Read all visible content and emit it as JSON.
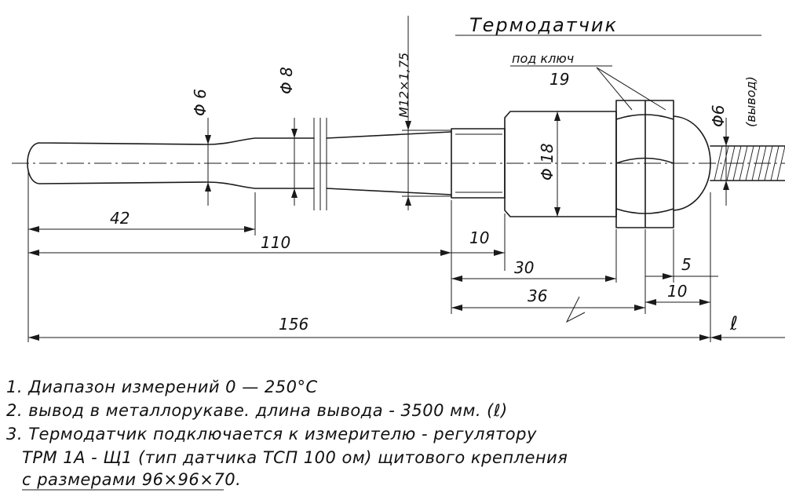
{
  "title": "Термодатчик",
  "wrench": {
    "label": "под ключ",
    "value": "19"
  },
  "labels": {
    "d6": "Φ 6",
    "d8": "Φ 8",
    "thread": "M12×1,75",
    "d18": "Φ 18",
    "d6_out": "Φ6",
    "out": "(вывод)",
    "l42": "42",
    "l110": "110",
    "l10a": "10",
    "l30": "30",
    "l36": "36",
    "l5": "5",
    "l10b": "10",
    "l156": "156",
    "lL": "ℓ"
  },
  "notes": [
    "1. Диапазон измерений  0 — 250°C",
    "2. вывод в металлорукаве. длина вывода  - 3500 мм. (ℓ)",
    "3. Термодатчик подключается к измерителю - регулятору",
    "ТРМ 1А - Щ1 (тип датчика ТСП 100 ом) щитового крепления",
    "с размерами 96×96×70."
  ]
}
